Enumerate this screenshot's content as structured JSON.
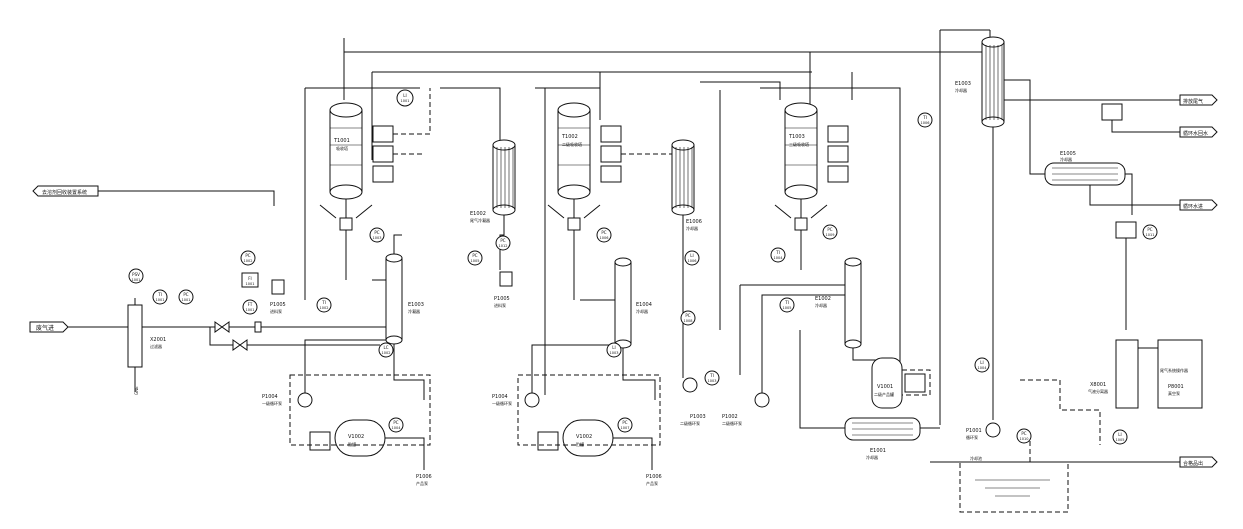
{
  "streams": {
    "waste_gas": "废气进",
    "to_process": "去溶剂回收装置系统",
    "vent": "排放尾气",
    "recycle": "循环水回水",
    "cool_in": "循环水进",
    "product_out": "合格品出"
  },
  "equipment": {
    "x2001": {
      "tag": "X2001",
      "desc": "过滤器"
    },
    "t1001": {
      "tag": "T1001",
      "desc": "吸收塔"
    },
    "t1002": {
      "tag": "T1002",
      "desc": "二级吸收塔"
    },
    "t1003": {
      "tag": "T1003",
      "desc": "三级吸收塔"
    },
    "e1001": {
      "tag": "E1001",
      "desc": "冷凝器"
    },
    "e1002": {
      "tag": "E1002",
      "desc": "尾气冷凝器"
    },
    "e1003": {
      "tag": "E1003",
      "desc": "冷凝器"
    },
    "e1005": {
      "tag": "E1005",
      "desc": "冷却器"
    },
    "e1006": {
      "tag": "E1006",
      "desc": "冷却器"
    },
    "e1003b": {
      "tag": "E1003",
      "desc": "冷却器"
    },
    "e1004": {
      "tag": "E1004",
      "desc": "冷却器"
    },
    "e1002b": {
      "tag": "E1002",
      "desc": "冷却器"
    },
    "e1001b": {
      "tag": "E1001",
      "desc": "冷却器"
    },
    "v1001": {
      "tag": "V1001",
      "desc": "二级产品罐"
    },
    "v1002a": {
      "tag": "V1002",
      "desc": "贮罐"
    },
    "v1002b": {
      "tag": "V1002",
      "desc": "贮罐"
    },
    "p1001": {
      "tag": "P1001",
      "desc": "循环泵"
    },
    "p1002": {
      "tag": "P1002",
      "desc": "二级循环泵"
    },
    "p1003": {
      "tag": "P1003",
      "desc": "二级循环泵"
    },
    "p1004a": {
      "tag": "P1004",
      "desc": "一级循环泵"
    },
    "p1004b": {
      "tag": "P1004",
      "desc": "一级循环泵"
    },
    "p1005a": {
      "tag": "P1005",
      "desc": "进料泵"
    },
    "p1005b": {
      "tag": "P1005",
      "desc": "进料泵"
    },
    "p1006a": {
      "tag": "P1006",
      "desc": "产品泵"
    },
    "p1006b": {
      "tag": "P1006",
      "desc": "产品泵"
    },
    "x8001": {
      "tag": "X8001",
      "desc": "气液分离器"
    },
    "p8001": {
      "tag": "P8001",
      "desc": "真空泵"
    },
    "tank_label": "尾气系统操作器",
    "pool": "冷却池"
  },
  "instruments": {
    "psv": [
      "PSV",
      "1001"
    ],
    "ti_1001": [
      "TI",
      "1001"
    ],
    "pi_1001": [
      "PC",
      "1001"
    ],
    "pi_1002": [
      "PC",
      "1002"
    ],
    "fi_1001": [
      "FT",
      "1001"
    ],
    "fic_1001": [
      "FI",
      "1001"
    ],
    "pc_1003": [
      "PC",
      "1003"
    ],
    "ti_1002": [
      "TI",
      "1002"
    ],
    "li_1001": [
      "LI",
      "1001"
    ],
    "lc_1002": [
      "LC",
      "1002"
    ],
    "pc_1004": [
      "PC",
      "1004"
    ],
    "pc_1005": [
      "PC",
      "1005"
    ],
    "li_1003": [
      "LI",
      "1003"
    ],
    "pc_1006": [
      "PC",
      "1006"
    ],
    "pc_1007": [
      "PC",
      "1007"
    ],
    "pc_1008": [
      "PC",
      "1008"
    ],
    "ti_1003": [
      "TI",
      "1003"
    ],
    "ti_1004": [
      "TI",
      "1004"
    ],
    "ti_1005": [
      "TI",
      "1005"
    ],
    "pi_1009": [
      "PC",
      "1009"
    ],
    "li_1004": [
      "LI",
      "1004"
    ],
    "ti_1006": [
      "TI",
      "1006"
    ],
    "pc_1010": [
      "PC",
      "1010"
    ],
    "li_1005": [
      "LI",
      "1005"
    ],
    "pc_1011": [
      "PC",
      "1011"
    ],
    "li_1006": [
      "LI",
      "1006"
    ],
    "pc_1012": [
      "PC",
      "1012"
    ]
  }
}
